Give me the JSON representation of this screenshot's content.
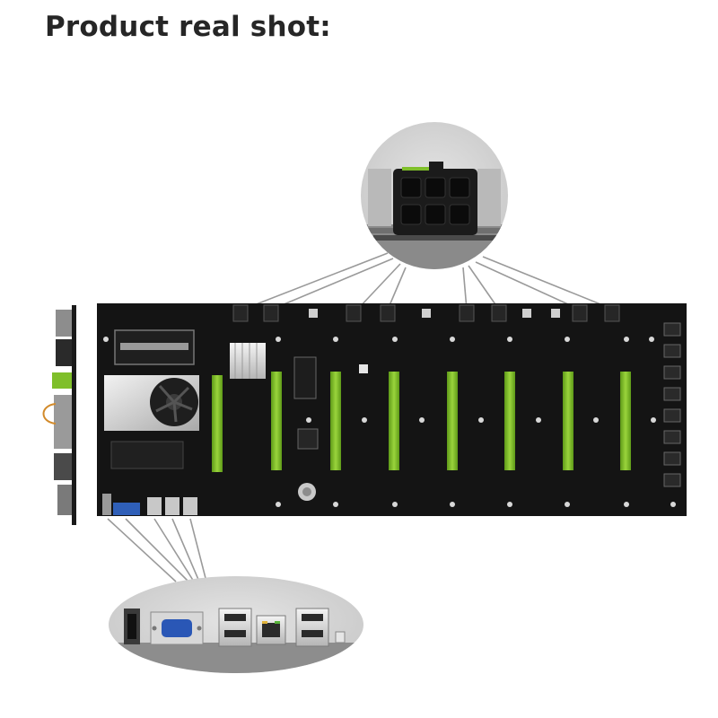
{
  "heading": {
    "text": "Product real shot:"
  },
  "colors": {
    "background": "#ffffff",
    "board": "#141414",
    "slot_green": "#7fbf2a",
    "heading": "#262626",
    "callout_bg": "#d9d9d9"
  },
  "icons": [
    "motherboard-image",
    "power-connector-callout",
    "io-ports-callout",
    "cpu-fan-icon",
    "pcie-slot",
    "power-connector-icon",
    "usb-port-icon",
    "vga-port-icon",
    "ethernet-port-icon",
    "hdmi-port-icon"
  ],
  "board": {
    "pcie_slot_count": 8,
    "power_connector_count": 8
  }
}
